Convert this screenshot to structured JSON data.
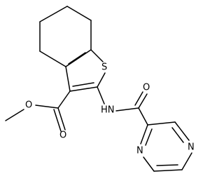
{
  "molecule": {
    "atoms": {
      "sulfur": "S",
      "ester_carbonyl_oxygen": "O",
      "ester_ether_oxygen": "O",
      "amide_nh": "HN",
      "amide_oxygen": "O",
      "pyrazine_n1": "N",
      "pyrazine_n4": "N"
    }
  },
  "colors": {
    "background": "#ffffff",
    "bonds": "#000000",
    "labels": "#000000"
  }
}
